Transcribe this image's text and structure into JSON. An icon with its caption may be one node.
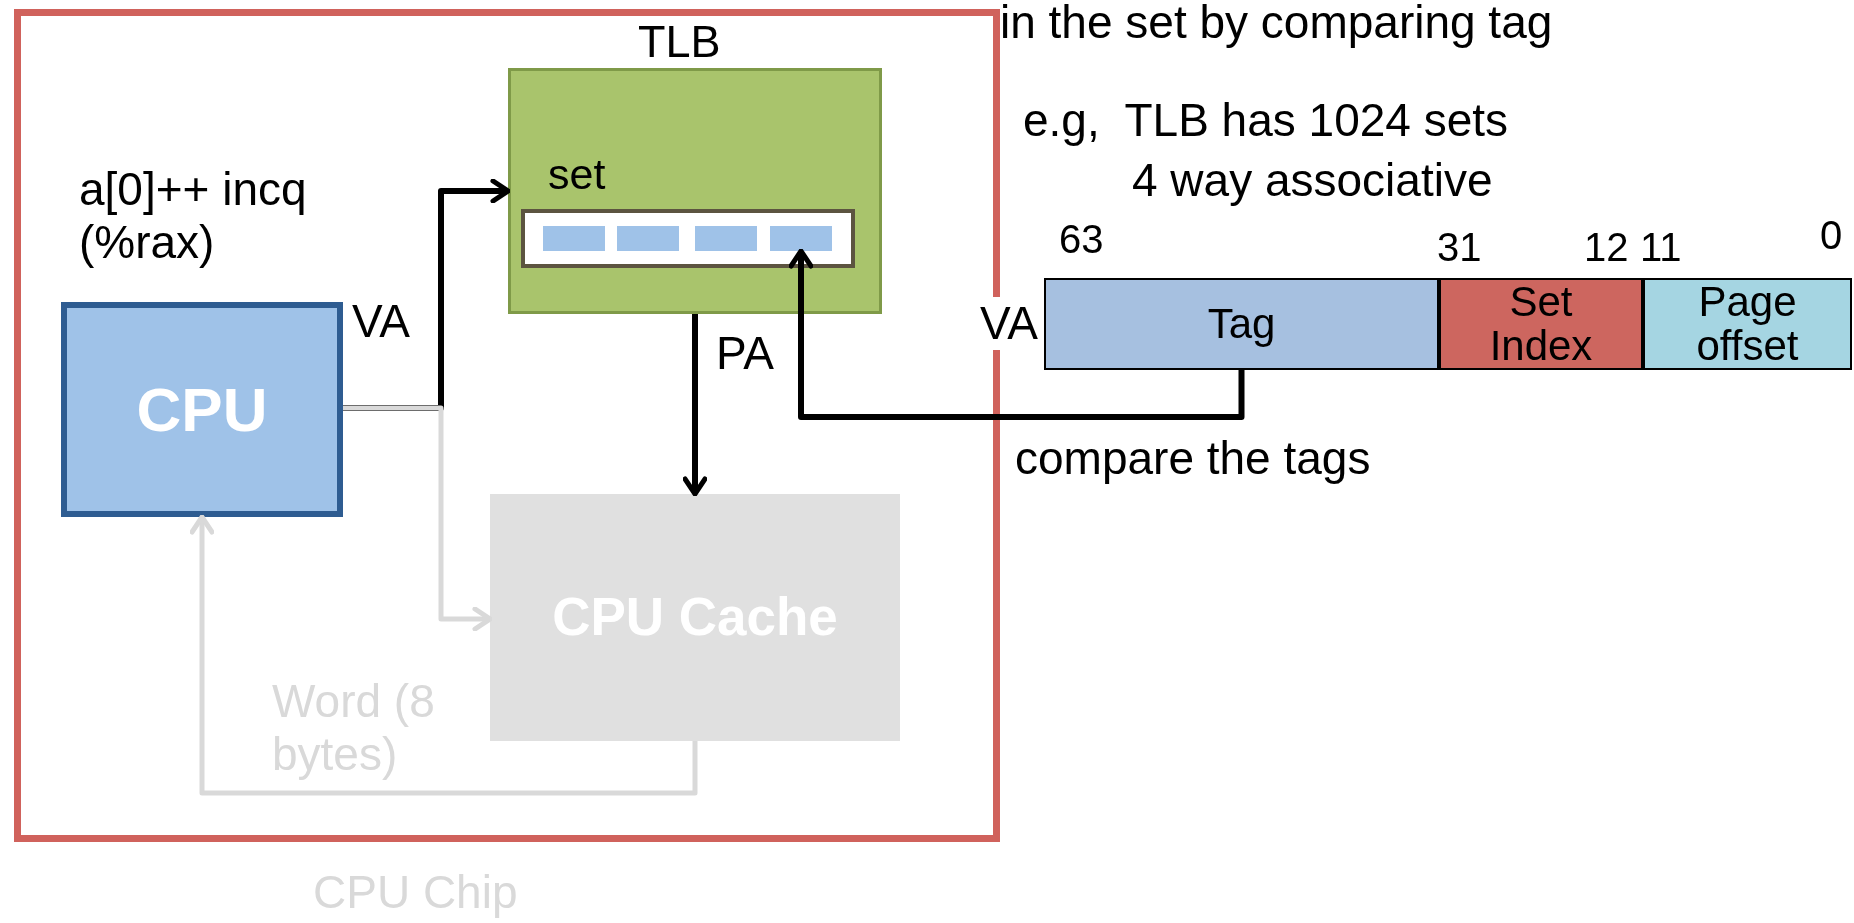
{
  "diagram": {
    "nodes": [
      {
        "text": [
          "CPU Chip"
        ]
      },
      {
        "text": [
          "TLB"
        ],
        "in": 0
      },
      {
        "text": [
          "set"
        ],
        "in": 1
      },
      {
        "text": [],
        "shape": "box",
        "in": 2
      },
      {
        "text": [],
        "shape": "box",
        "in": 2
      },
      {
        "text": [],
        "shape": "box",
        "in": 2
      },
      {
        "text": [],
        "shape": "box",
        "in": 2
      },
      {
        "text": [
          "CPU"
        ],
        "in": 0
      },
      {
        "text": [
          "CPU Cache"
        ],
        "in": 0
      },
      {
        "text": [
          "Tag"
        ],
        "beside": [
          "VA"
        ]
      },
      {
        "text": [
          "Set Index"
        ]
      },
      {
        "text": [
          "Page offset"
        ]
      }
    ],
    "edges": [
      {
        "from": 7,
        "to": 1,
        "arrow": "to",
        "label": "VA"
      },
      {
        "from": 7,
        "to": 8,
        "arrow": "to",
        "color": "#d9d9d9"
      },
      {
        "from": 1,
        "to": 8,
        "arrow": "to",
        "label": "PA"
      },
      {
        "from": 8,
        "to": 7,
        "arrow": "to",
        "label": "Word (8 bytes)",
        "color": "#d9d9d9"
      },
      {
        "from": 9,
        "to": 6,
        "arrow": "to",
        "label": "compare the tags"
      }
    ],
    "labels": [
      "in the set by comparing tag",
      "a[0]++ incq (%rax)",
      "e.g,  TLB has 1024 sets",
      "4 way associative",
      "63",
      "31",
      "12",
      "11",
      "0"
    ]
  }
}
